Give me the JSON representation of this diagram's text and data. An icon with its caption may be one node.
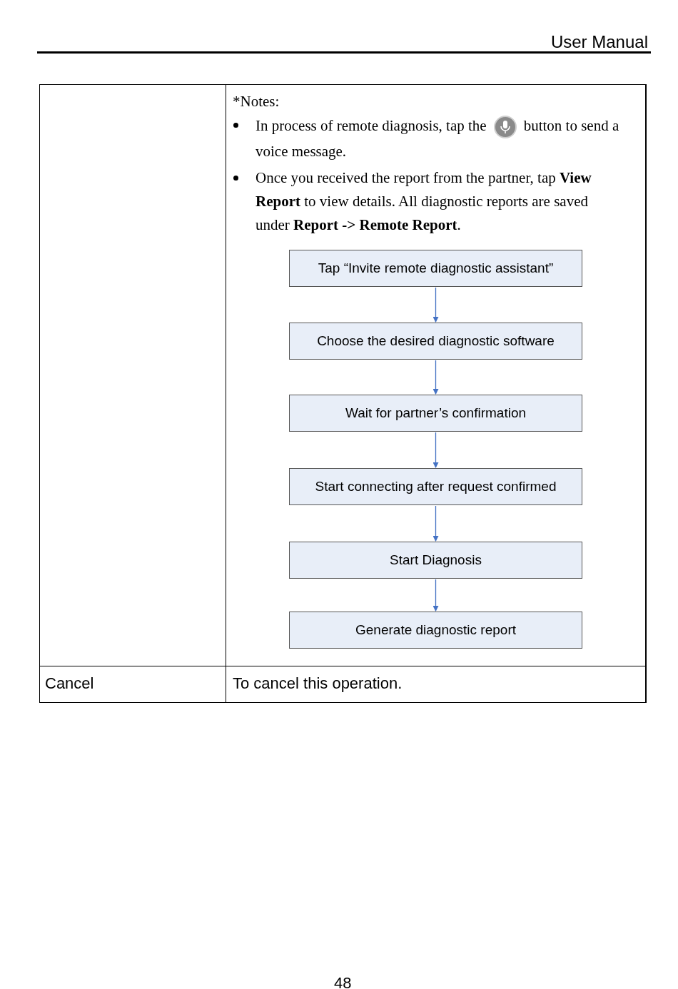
{
  "diagram": {
    "nodes": [
      {
        "text": [
          "Tap “Invite remote diagnostic assistant”"
        ]
      },
      {
        "text": [
          "Choose the desired diagnostic software"
        ]
      },
      {
        "text": [
          "Wait for partner’s confirmation"
        ]
      },
      {
        "text": [
          "Start connecting after request confirmed"
        ]
      },
      {
        "text": [
          "Start Diagnosis"
        ]
      },
      {
        "text": [
          "Generate diagnostic report"
        ]
      }
    ],
    "edges": [
      {
        "from": 0,
        "to": 1,
        "arrow": "to"
      },
      {
        "from": 1,
        "to": 2,
        "arrow": "to"
      },
      {
        "from": 2,
        "to": 3,
        "arrow": "to"
      },
      {
        "from": 3,
        "to": 4,
        "arrow": "to"
      },
      {
        "from": 4,
        "to": 5,
        "arrow": "to"
      }
    ],
    "labels": [
      "User Manual",
      "*Notes:",
      "In process of remote diagnosis, tap the",
      "button to send a voice message.",
      "Once you received the report from the partner, tap **View Report** to view details. All diagnostic reports are saved under **Report -> Remote Report**.",
      "Cancel",
      "To cancel this operation.",
      "48"
    ]
  }
}
